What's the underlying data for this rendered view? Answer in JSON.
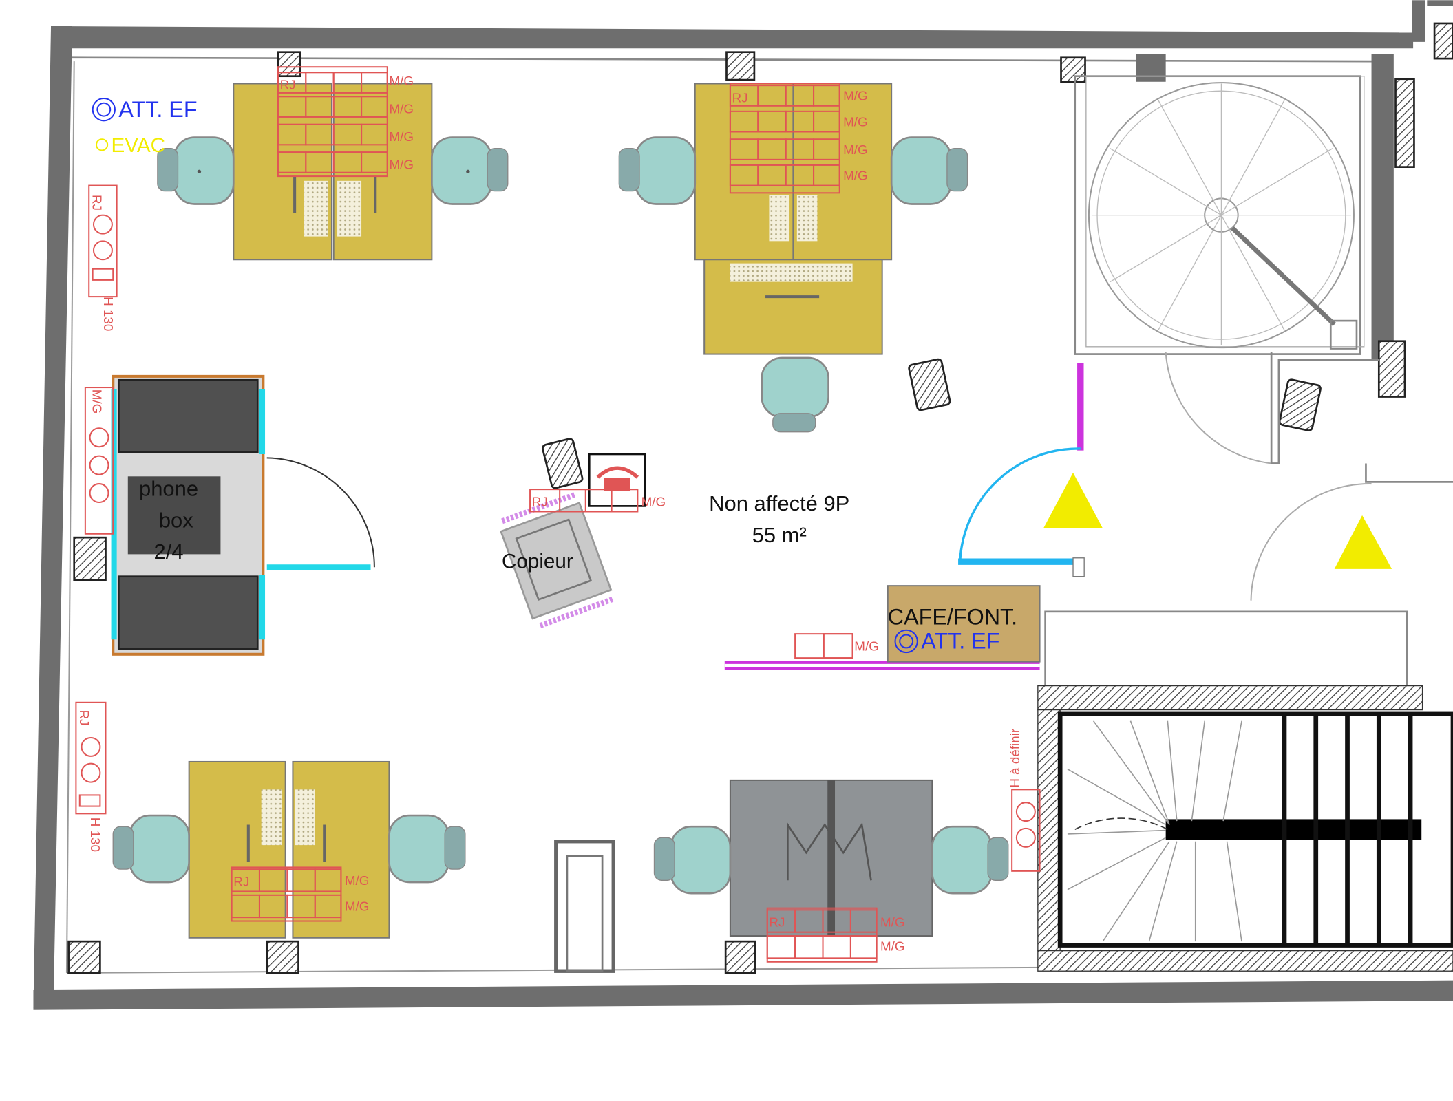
{
  "room": {
    "label": "Non affecté 9P",
    "area": "55 m²"
  },
  "phone_box": {
    "line1": "phone",
    "line2": "box",
    "line3": "2/4"
  },
  "copier": {
    "label": "Copieur"
  },
  "cafe": {
    "label": "CAFE/FONT."
  },
  "markers": {
    "att_ef": "ATT. EF",
    "evac": "EVAC",
    "h130": "H 130",
    "h_define": "H à définir",
    "rj": "RJ",
    "mg": "M/G"
  },
  "colors": {
    "wall": "#6e6e6e",
    "desk": "#d4bc4a",
    "chair": "#9fd2cc",
    "outlet": "#e05555",
    "magenta": "#cc33dd",
    "cyan": "#22d8e8",
    "blue_door": "#22b5f0",
    "warning": "#f2ec00",
    "blue_text": "#2233ee",
    "grey_desk": "#8f9396",
    "cafe": "#c8a86a"
  }
}
